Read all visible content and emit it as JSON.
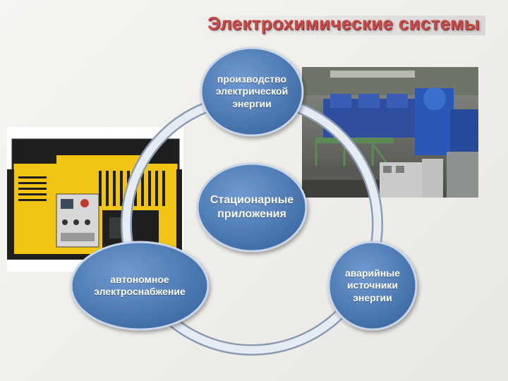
{
  "title": "Электрохимические системы",
  "nodes": {
    "top": "производство электрической энергии",
    "center": "Стационарные приложения",
    "left": "автономное электроснабжение",
    "right": "аварийные источники энергии"
  },
  "images": {
    "left": "yellow-generator-photo",
    "right": "industrial-power-plant-photo"
  },
  "colors": {
    "node_fill": "#5b86bd",
    "node_dark": "#3d6aa4",
    "ring": "#aab8cc",
    "title": "#c64a4a"
  }
}
